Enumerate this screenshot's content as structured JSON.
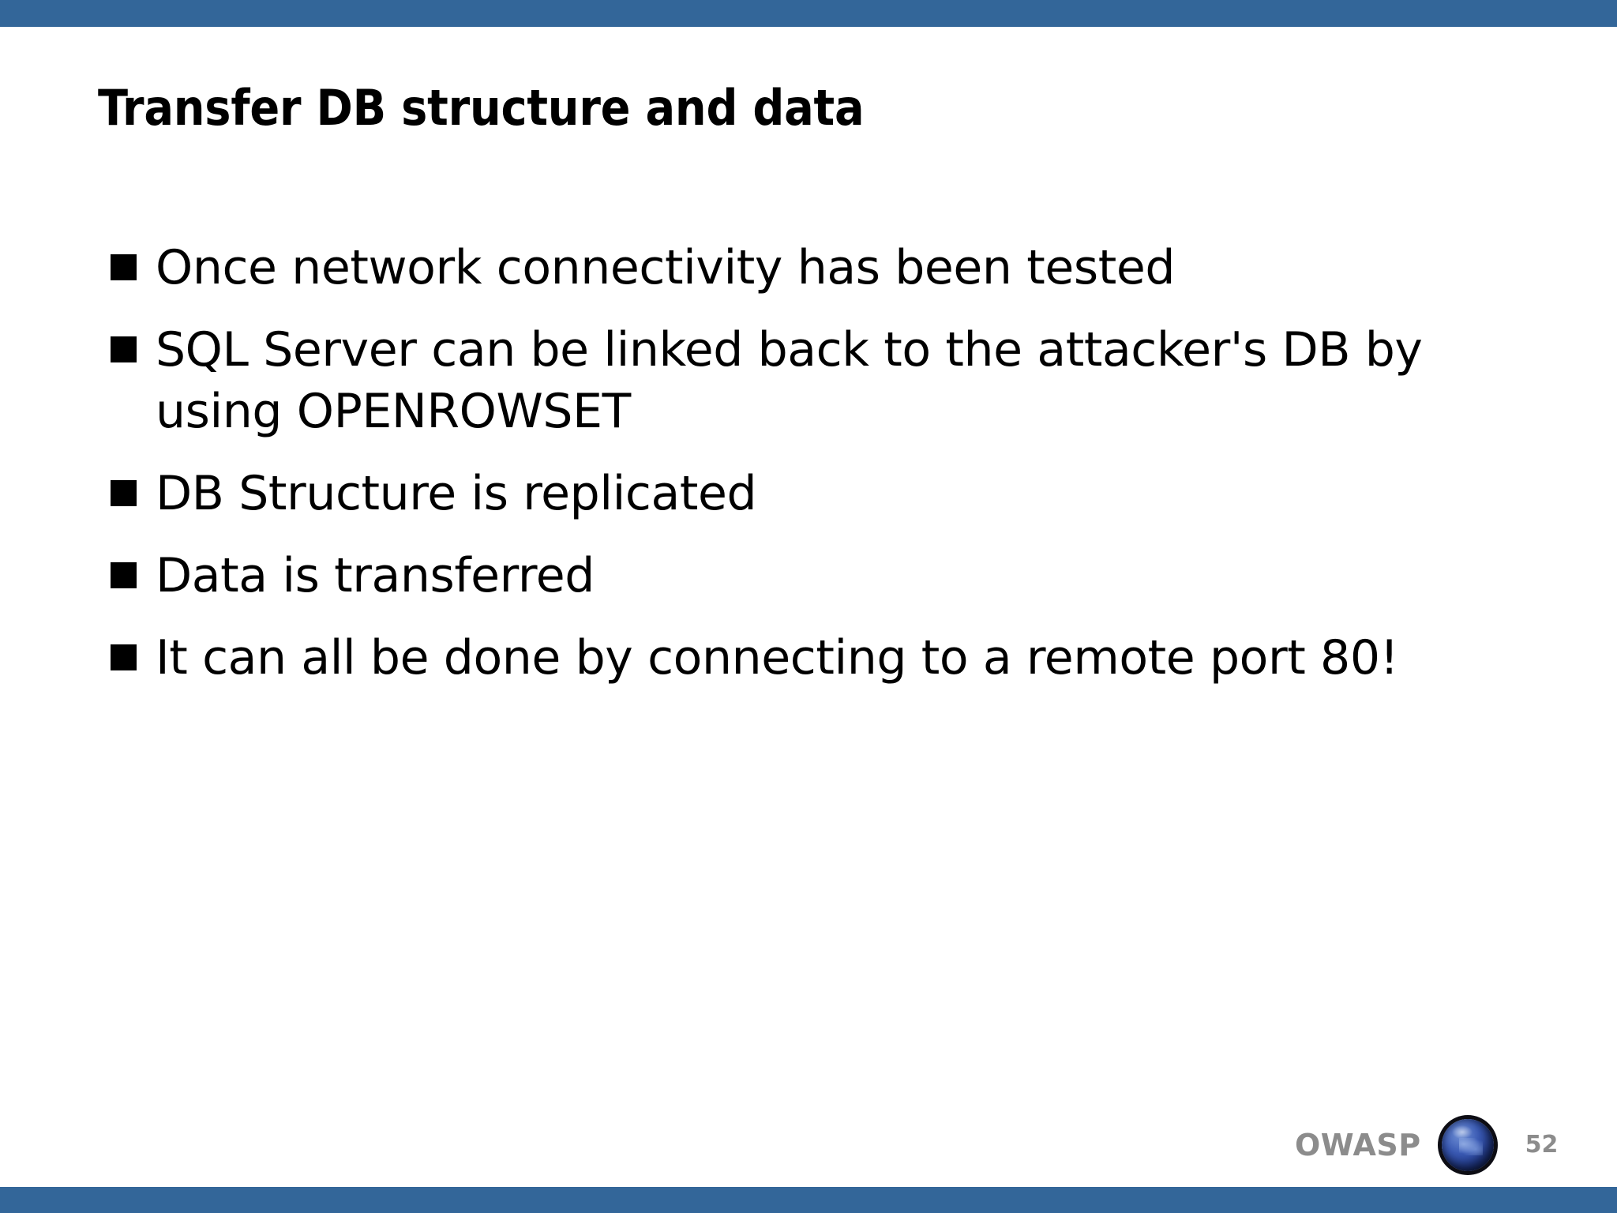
{
  "slide": {
    "title": "Transfer DB structure and data",
    "bullets": [
      {
        "text": "Once network connectivity has been tested"
      },
      {
        "text": "SQL Server can be linked back to the attacker's DB by using OPENROWSET"
      },
      {
        "text": "DB Structure is replicated"
      },
      {
        "text": "Data is transferred"
      },
      {
        "text": "It can all be done by connecting to a remote port 80!"
      }
    ],
    "bullet_glyph": "filled-square"
  },
  "footer": {
    "brand": "OWASP",
    "page_number": "52",
    "logo_icon": "owasp-globe-icon"
  },
  "theme": {
    "accent_bar": "#336699",
    "background": "#ffffff",
    "text": "#000000",
    "footer_text": "#8c8c8c"
  }
}
